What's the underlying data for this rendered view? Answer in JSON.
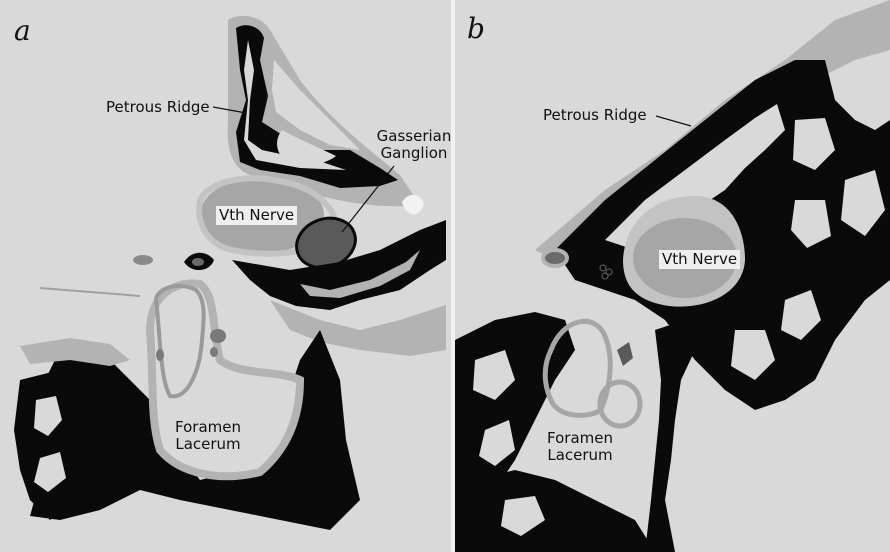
{
  "panel_a": {
    "letter": "a",
    "labels": {
      "petrous_ridge": "Petrous Ridge",
      "gasserian_line1": "Gasserian",
      "gasserian_line2": "Ganglion",
      "vth_nerve": "Vth Nerve",
      "foramen_line1": "Foramen",
      "foramen_line2": "Lacerum"
    }
  },
  "panel_b": {
    "letter": "b",
    "labels": {
      "petrous_ridge": "Petrous Ridge",
      "vth_nerve": "Vth Nerve",
      "foramen_line1": "Foramen",
      "foramen_line2": "Lacerum"
    }
  },
  "colors": {
    "background": "#d9d9d9",
    "cartilage": "#b3b3b3",
    "bone": "#0a0a0a",
    "nerve": "#a6a6a6",
    "ganglion": "#5a5a5a",
    "divider": "#f2f2f2"
  }
}
